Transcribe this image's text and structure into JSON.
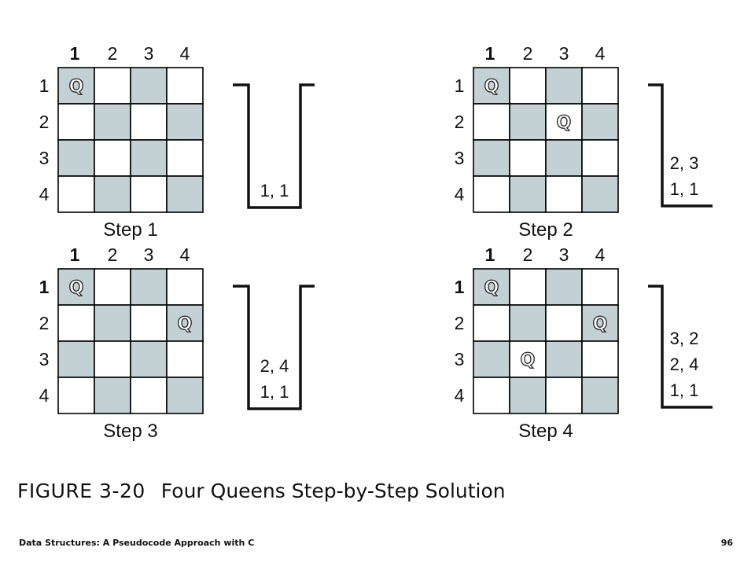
{
  "steps": [
    {
      "label": "Step 1",
      "col_labels": [
        "1",
        "2",
        "3",
        "4"
      ],
      "row_labels": [
        "1",
        "2",
        "3",
        "4"
      ],
      "queens": [
        [
          1,
          1
        ]
      ],
      "stack": [
        "1, 1"
      ]
    },
    {
      "label": "Step 2",
      "col_labels": [
        "1",
        "2",
        "3",
        "4"
      ],
      "row_labels": [
        "1",
        "2",
        "3",
        "4"
      ],
      "queens": [
        [
          1,
          1
        ],
        [
          2,
          3
        ]
      ],
      "stack": [
        "2, 3",
        "1, 1"
      ]
    },
    {
      "label": "Step 3",
      "col_labels": [
        "1",
        "2",
        "3",
        "4"
      ],
      "row_labels": [
        "1",
        "2",
        "3",
        "4"
      ],
      "queens": [
        [
          1,
          1
        ],
        [
          2,
          4
        ]
      ],
      "stack": [
        "2, 4",
        "1, 1"
      ]
    },
    {
      "label": "Step 4",
      "col_labels": [
        "1",
        "2",
        "3",
        "4"
      ],
      "row_labels": [
        "1",
        "2",
        "3",
        "4"
      ],
      "queens": [
        [
          1,
          1
        ],
        [
          2,
          4
        ],
        [
          3,
          2
        ]
      ],
      "stack": [
        "3, 2",
        "2, 4",
        "1, 1"
      ]
    }
  ],
  "queen_symbol": "Q",
  "colors": {
    "shaded_square": "#c3d1d5",
    "light_square": "#ffffff",
    "grid_line": "#000000"
  },
  "caption": {
    "figure_number": "FIGURE 3-20",
    "title": "Four Queens Step-by-Step Solution"
  },
  "footer": {
    "book_title": "Data Structures: A Pseudocode Approach with C",
    "page_number": "96"
  }
}
